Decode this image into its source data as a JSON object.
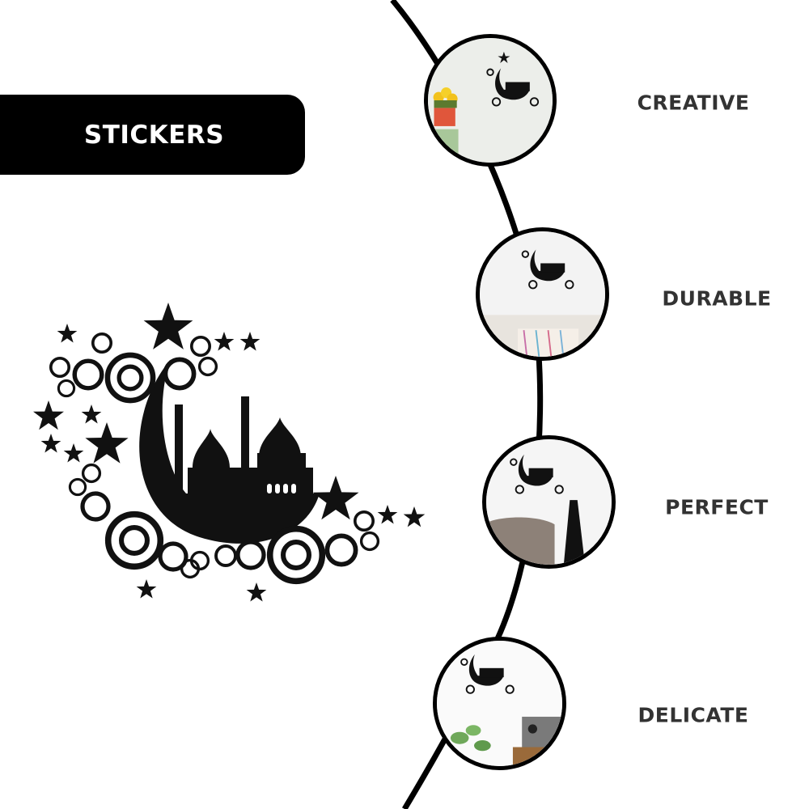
{
  "banner": {
    "label": "STICKERS",
    "bg_color": "#000000",
    "text_color": "#ffffff"
  },
  "hero_image": {
    "subject": "crescent-moon-mosque-wall-sticker",
    "color": "#111111"
  },
  "features": [
    {
      "label": "CREATIVE",
      "thumb_scene": "wall sticker above yellow tulips in pot on green table"
    },
    {
      "label": "DURABLE",
      "thumb_scene": "wall sticker above striped cushion on sofa"
    },
    {
      "label": "PERFECT",
      "thumb_scene": "wall sticker beside grey armchair and black vase"
    },
    {
      "label": "DELICATE",
      "thumb_scene": "wall sticker above green plant and speaker"
    }
  ],
  "colors": {
    "label_text": "#333333",
    "connector_line": "#000000"
  }
}
